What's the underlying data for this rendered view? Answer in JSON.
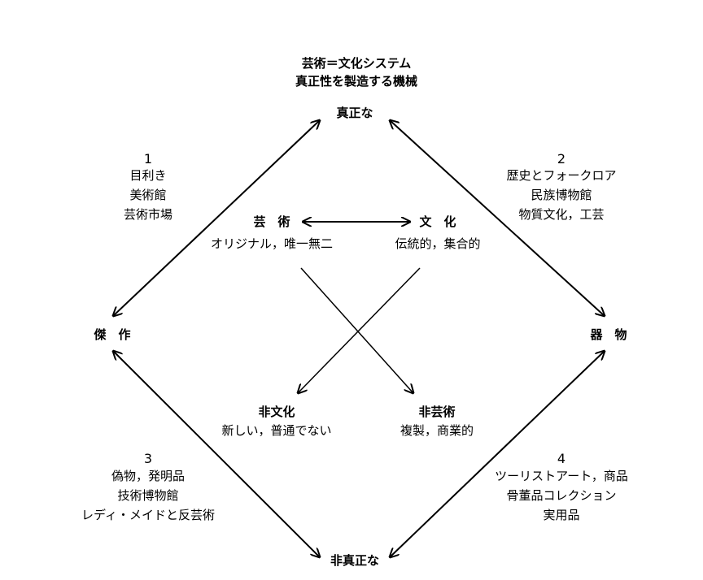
{
  "title": {
    "line1": "芸術＝文化システム",
    "line2": "真正性を製造する機械"
  },
  "corners": {
    "top": "真正な",
    "left": "傑　作",
    "right": "器　物",
    "bottom": "非真正な"
  },
  "quadrants": {
    "q1": {
      "number": "1",
      "lines": [
        "目利き",
        "美術館",
        "芸術市場"
      ]
    },
    "q2": {
      "number": "2",
      "lines": [
        "歴史とフォークロア",
        "民族博物館",
        "物質文化，工芸"
      ]
    },
    "q3": {
      "number": "3",
      "lines": [
        "偽物，発明品",
        "技術博物館",
        "レディ・メイドと反芸術"
      ]
    },
    "q4": {
      "number": "4",
      "lines": [
        "ツーリストアート，商品",
        "骨董品コレクション",
        "実用品"
      ]
    }
  },
  "inner": {
    "art": {
      "label": "芸　術",
      "desc": "オリジナル，唯一無二"
    },
    "culture": {
      "label": "文　化",
      "desc": "伝統的，集合的"
    },
    "nonculture": {
      "label": "非文化",
      "desc": "新しい，普通でない"
    },
    "nonart": {
      "label": "非芸術",
      "desc": "複製，商業的"
    }
  }
}
